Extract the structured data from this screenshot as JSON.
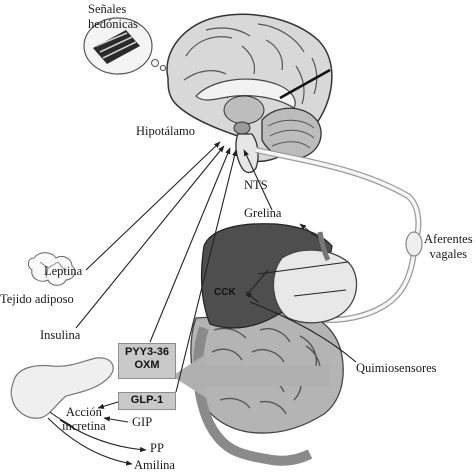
{
  "labels": {
    "hedonic": [
      "Señales",
      "hedónicas"
    ],
    "hypothalamus": "Hipotálamo",
    "nts": "NTS",
    "ghrelin": "Grelina",
    "vagal": [
      "Aferentes",
      "vagales"
    ],
    "leptin": "Leptina",
    "adipose": "Tejido adiposo",
    "insulin": "Insulina",
    "cck": "CCK",
    "chemosensors": "Quimiosensores",
    "pyy": "PYY3-36",
    "oxm": "OXM",
    "glp1": "GLP-1",
    "incretin": [
      "Acción",
      "incretina"
    ],
    "gip": "GIP",
    "pp": "PP",
    "amylin": "Amilina"
  }
}
